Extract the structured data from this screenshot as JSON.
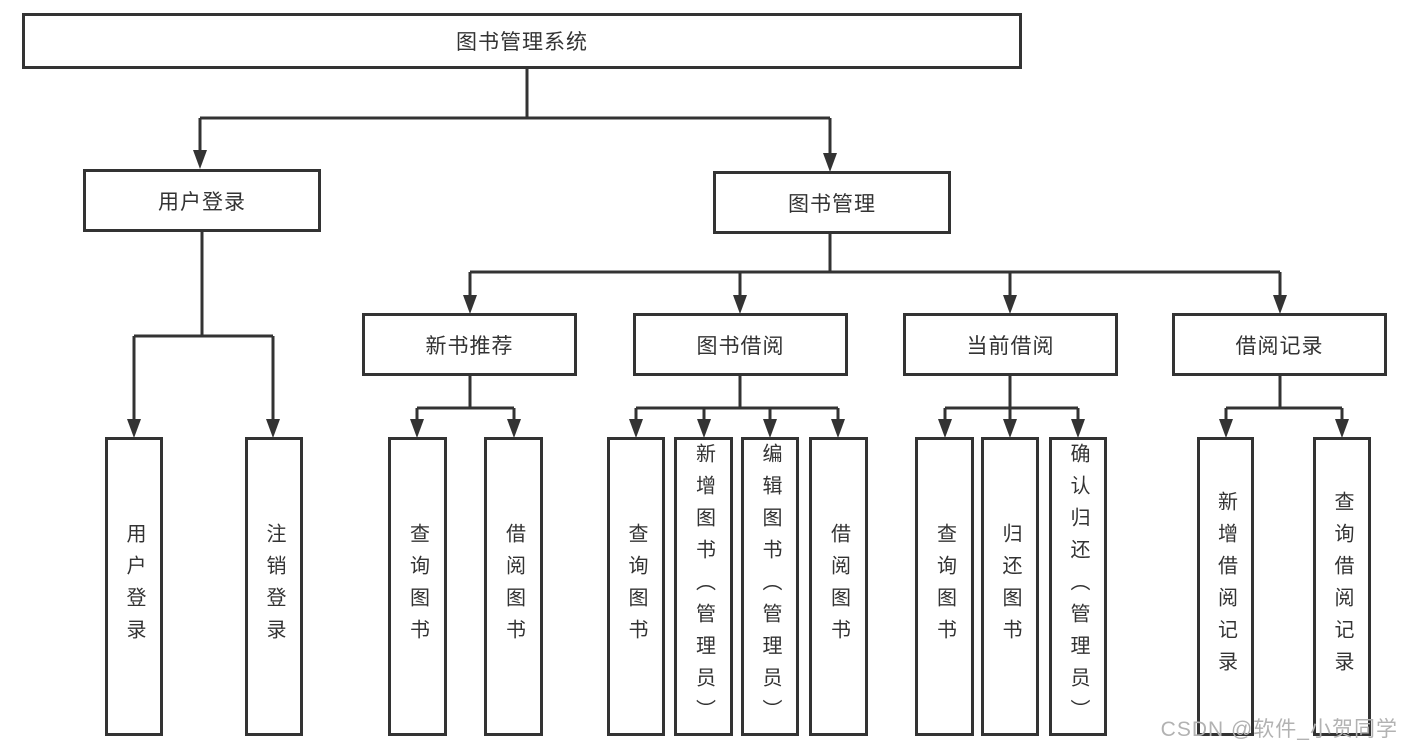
{
  "diagram": {
    "tree": {
      "root": "图书管理系统",
      "children": [
        {
          "label": "用户登录",
          "children": [
            "用户登录",
            "注销登录"
          ]
        },
        {
          "label": "图书管理",
          "children": [
            {
              "label": "新书推荐",
              "children": [
                "查询图书",
                "借阅图书"
              ]
            },
            {
              "label": "图书借阅",
              "children": [
                "查询图书",
                "新增图书（管理员）",
                "编辑图书（管理员）",
                "借阅图书"
              ]
            },
            {
              "label": "当前借阅",
              "children": [
                "查询图书",
                "归还图书",
                "确认归还（管理员）"
              ]
            },
            {
              "label": "借阅记录",
              "children": [
                "新增借阅记录",
                "查询借阅记录"
              ]
            }
          ]
        }
      ]
    },
    "colors": {
      "stroke": "#333333",
      "text": "#333333",
      "background": "#ffffff",
      "watermark": "#b2b2b2"
    },
    "watermark": "CSDN @软件_小贺同学"
  }
}
